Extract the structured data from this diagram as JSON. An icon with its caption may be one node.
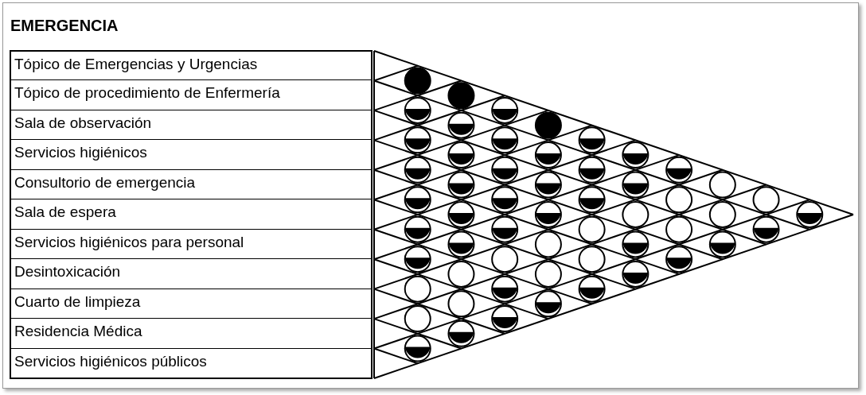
{
  "diagram": {
    "title": "EMERGENCIA",
    "nodes": [
      {
        "text": [
          "Tópico de Emergencias y Urgencias"
        ]
      },
      {
        "text": [
          "Tópico de procedimiento de Enfermería"
        ]
      },
      {
        "text": [
          "Sala de observación"
        ]
      },
      {
        "text": [
          "Servicios higiénicos"
        ]
      },
      {
        "text": [
          "Consultorio de emergencia"
        ]
      },
      {
        "text": [
          "Sala de espera"
        ]
      },
      {
        "text": [
          "Servicios higiénicos para personal"
        ]
      },
      {
        "text": [
          "Desintoxicación"
        ]
      },
      {
        "text": [
          "Cuarto de limpieza"
        ]
      },
      {
        "text": [
          "Residencia Médica"
        ]
      },
      {
        "text": [
          "Servicios higiénicos públicos"
        ]
      },
      {
        "text": [],
        "shape": "disc"
      },
      {
        "text": [],
        "shape": "half-disc"
      },
      {
        "text": [],
        "shape": "half-disc"
      },
      {
        "text": [],
        "shape": "half-disc"
      },
      {
        "text": [],
        "shape": "half-disc"
      },
      {
        "text": [],
        "shape": "half-disc"
      },
      {
        "text": [],
        "shape": "half-disc"
      },
      {
        "text": [],
        "shape": "circle"
      },
      {
        "text": [],
        "shape": "circle"
      },
      {
        "text": [],
        "shape": "half-disc"
      },
      {
        "text": [],
        "shape": "disc"
      },
      {
        "text": [],
        "shape": "half-disc"
      },
      {
        "text": [],
        "shape": "half-disc"
      },
      {
        "text": [],
        "shape": "half-disc"
      },
      {
        "text": [],
        "shape": "half-disc"
      },
      {
        "text": [],
        "shape": "half-disc"
      },
      {
        "text": [],
        "shape": "circle"
      },
      {
        "text": [],
        "shape": "circle"
      },
      {
        "text": [],
        "shape": "half-disc"
      },
      {
        "text": [],
        "shape": "half-disc"
      },
      {
        "text": [],
        "shape": "half-disc"
      },
      {
        "text": [],
        "shape": "half-disc"
      },
      {
        "text": [],
        "shape": "half-disc"
      },
      {
        "text": [],
        "shape": "half-disc"
      },
      {
        "text": [],
        "shape": "circle"
      },
      {
        "text": [],
        "shape": "half-disc"
      },
      {
        "text": [],
        "shape": "half-disc"
      },
      {
        "text": [],
        "shape": "disc"
      },
      {
        "text": [],
        "shape": "half-disc"
      },
      {
        "text": [],
        "shape": "half-disc"
      },
      {
        "text": [],
        "shape": "half-disc"
      },
      {
        "text": [],
        "shape": "circle"
      },
      {
        "text": [],
        "shape": "circle"
      },
      {
        "text": [],
        "shape": "half-disc"
      },
      {
        "text": [],
        "shape": "half-disc"
      },
      {
        "text": [],
        "shape": "half-disc"
      },
      {
        "text": [],
        "shape": "half-disc"
      },
      {
        "text": [],
        "shape": "circle"
      },
      {
        "text": [],
        "shape": "circle"
      },
      {
        "text": [],
        "shape": "half-disc"
      },
      {
        "text": [],
        "shape": "half-disc"
      },
      {
        "text": [],
        "shape": "half-disc"
      },
      {
        "text": [],
        "shape": "circle"
      },
      {
        "text": [],
        "shape": "half-disc"
      },
      {
        "text": [],
        "shape": "half-disc"
      },
      {
        "text": [],
        "shape": "half-disc"
      },
      {
        "text": [],
        "shape": "circle"
      },
      {
        "text": [],
        "shape": "circle"
      },
      {
        "text": [],
        "shape": "half-disc"
      },
      {
        "text": [],
        "shape": "circle"
      },
      {
        "text": [],
        "shape": "circle"
      },
      {
        "text": [],
        "shape": "half-disc"
      },
      {
        "text": [],
        "shape": "circle"
      },
      {
        "text": [],
        "shape": "half-disc"
      },
      {
        "text": [],
        "shape": "half-disc"
      }
    ],
    "edges": []
  }
}
